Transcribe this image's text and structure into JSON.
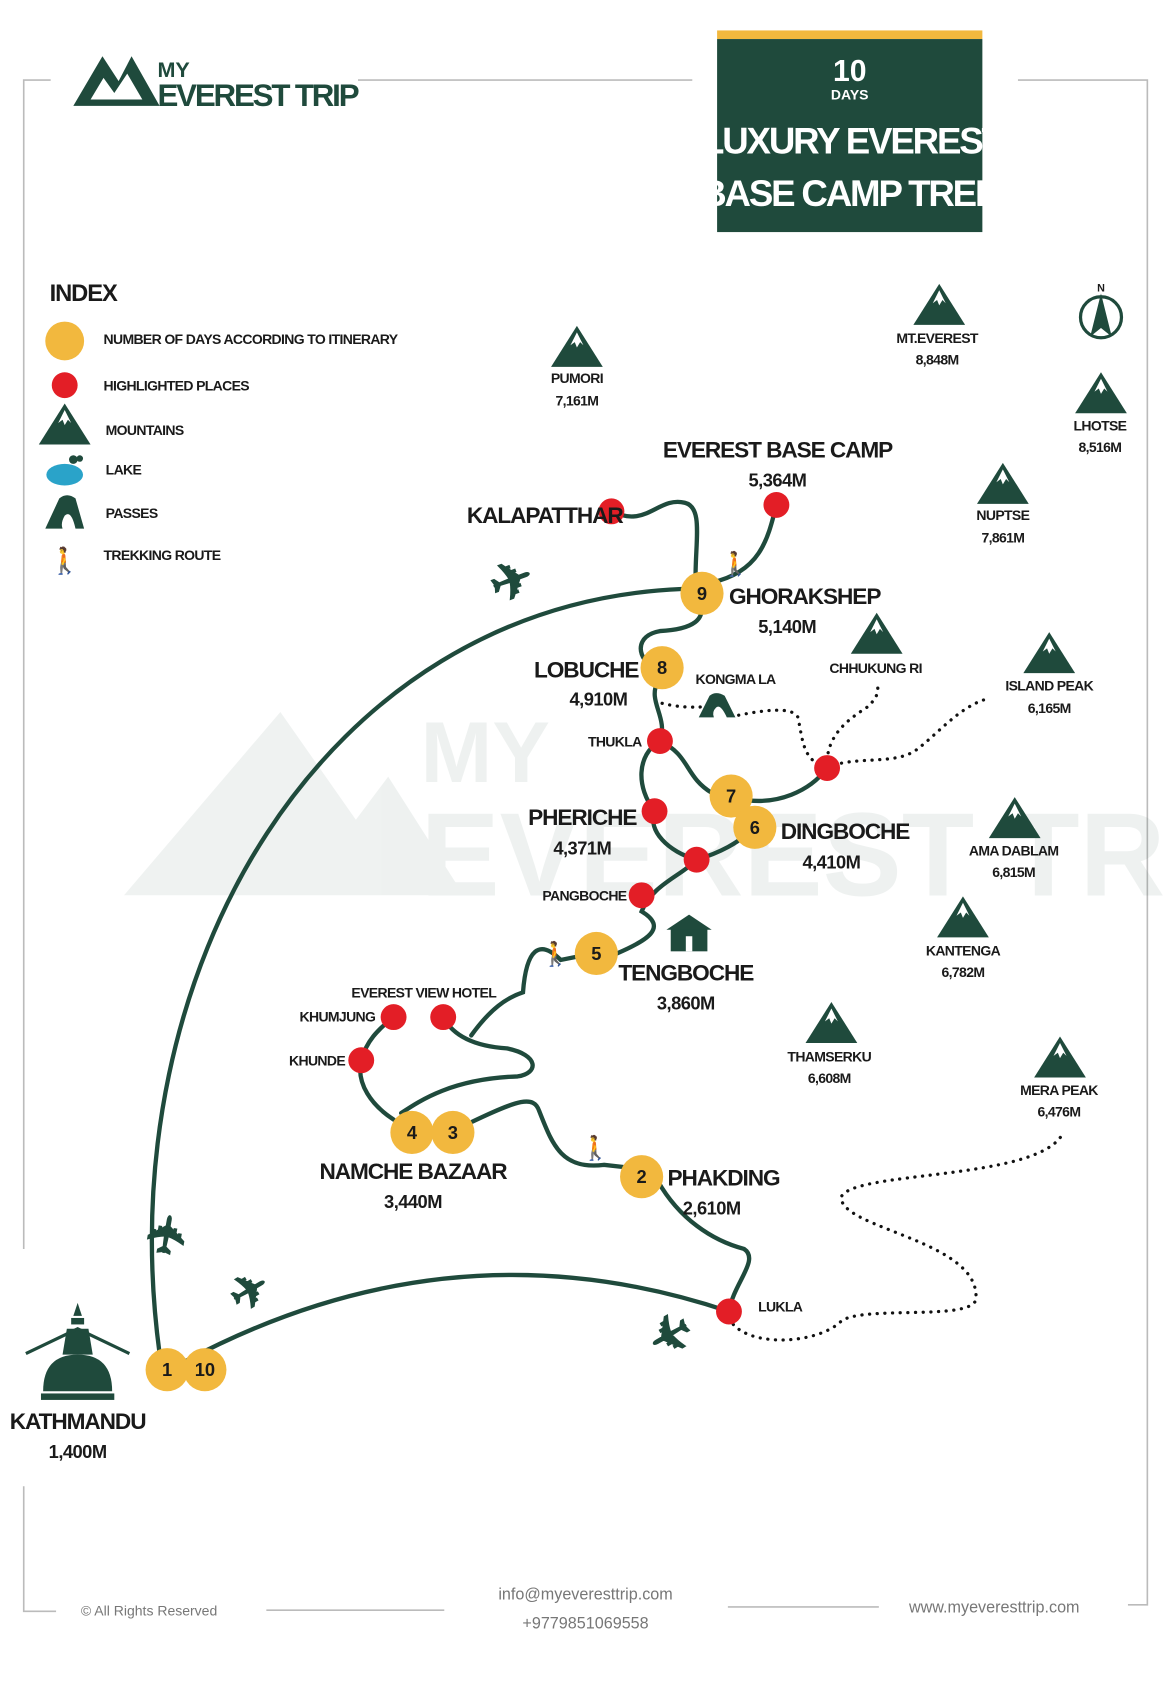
{
  "brand": {
    "my": "MY",
    "name": "EVEREST TRIP"
  },
  "title_box": {
    "days": "10",
    "days_label": "DAYS",
    "line1": "LUXURY EVEREST",
    "line2": "BASE CAMP TREK"
  },
  "index": {
    "heading": "INDEX",
    "items": [
      {
        "icon": "yellow-circle",
        "label": "NUMBER OF DAYS ACCORDING TO ITINERARY"
      },
      {
        "icon": "red-circle",
        "label": "HIGHLIGHTED PLACES"
      },
      {
        "icon": "mountain-icon",
        "label": "MOUNTAINS"
      },
      {
        "icon": "lake-icon",
        "label": "LAKE"
      },
      {
        "icon": "pass-icon",
        "label": "PASSES"
      },
      {
        "icon": "hiker-icon",
        "label": "TREKKING ROUTE"
      }
    ]
  },
  "compass": "N",
  "mountains": [
    {
      "name": "PUMORI",
      "alt": "7,161M"
    },
    {
      "name": "MT.EVEREST",
      "alt": "8,848M"
    },
    {
      "name": "LHOTSE",
      "alt": "8,516M"
    },
    {
      "name": "NUPTSE",
      "alt": "7,861M"
    },
    {
      "name": "CHHUKUNG RI",
      "alt": ""
    },
    {
      "name": "ISLAND PEAK",
      "alt": "6,165M"
    },
    {
      "name": "AMA DABLAM",
      "alt": "6,815M"
    },
    {
      "name": "KANTENGA",
      "alt": "6,782M"
    },
    {
      "name": "THAMSERKU",
      "alt": "6,608M"
    },
    {
      "name": "MERA PEAK",
      "alt": "6,476M"
    }
  ],
  "places": {
    "ebc": {
      "name": "EVEREST BASE CAMP",
      "alt": "5,364M"
    },
    "kalapatthar": {
      "name": "KALAPATTHAR"
    },
    "ghorakshep": {
      "name": "GHORAKSHEP",
      "alt": "5,140M",
      "day": "9"
    },
    "lobuche": {
      "name": "LOBUCHE",
      "alt": "4,910M",
      "day": "8"
    },
    "kongmala": {
      "name": "KONGMA LA"
    },
    "thukla": {
      "name": "THUKLA"
    },
    "pheriche": {
      "name": "PHERICHE",
      "alt": "4,371M"
    },
    "dingboche": {
      "name": "DINGBOCHE",
      "alt": "4,410M",
      "day6": "6",
      "day7": "7"
    },
    "pangboche": {
      "name": "PANGBOCHE"
    },
    "tengboche": {
      "name": "TENGBOCHE",
      "alt": "3,860M",
      "day": "5"
    },
    "evhotel": {
      "name": "EVEREST VIEW HOTEL"
    },
    "khumjung": {
      "name": "KHUMJUNG"
    },
    "khunde": {
      "name": "KHUNDE"
    },
    "namche": {
      "name": "NAMCHE BAZAAR",
      "alt": "3,440M",
      "day3": "3",
      "day4": "4"
    },
    "phakding": {
      "name": "PHAKDING",
      "alt": "2,610M",
      "day": "2"
    },
    "lukla": {
      "name": "LUKLA"
    },
    "kathmandu": {
      "name": "KATHMANDU",
      "alt": "1,400M",
      "day1": "1",
      "day10": "10"
    }
  },
  "footer": {
    "rights": "© All Rights Reserved",
    "email": "info@myeveresttrip.com",
    "phone": "+9779851069558",
    "website": "www.myeveresttrip.com"
  },
  "colors": {
    "green": "#1f4a3c",
    "yellow": "#f2b83e",
    "red": "#e31e26"
  }
}
